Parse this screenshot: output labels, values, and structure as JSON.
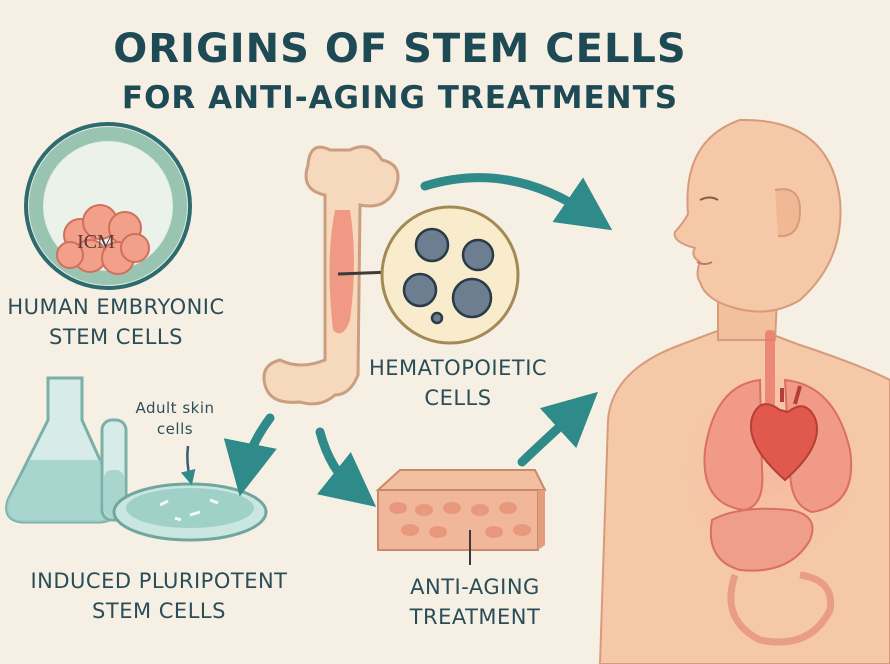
{
  "title": {
    "line1": "ORIGINS OF STEM CELLS",
    "line2": "FOR ANTI-AGING TREATMENTS"
  },
  "labels": {
    "embryo_inner": "ICM",
    "embryonic": {
      "line1": "HUMAN EMBRYONIC",
      "line2": "STEM CELLS"
    },
    "hematopoietic": {
      "line1": "HEMATOPOIETIC",
      "line2": "CELLS"
    },
    "adult_skin": {
      "line1": "Adult skin",
      "line2": "cells"
    },
    "induced": {
      "line1": "INDUCED PLURIPOTENT",
      "line2": "STEM CELLS"
    },
    "treatment": {
      "line1": "ANTI-AGING",
      "line2": "TREATMENT"
    }
  },
  "colors": {
    "background": "#f6f0e4",
    "title": "#1e4a56",
    "arrow_teal": "#2f8a8a",
    "skin": "#f5c9a8",
    "organ_red": "#e8786a",
    "glass": "#bfe0dc"
  }
}
